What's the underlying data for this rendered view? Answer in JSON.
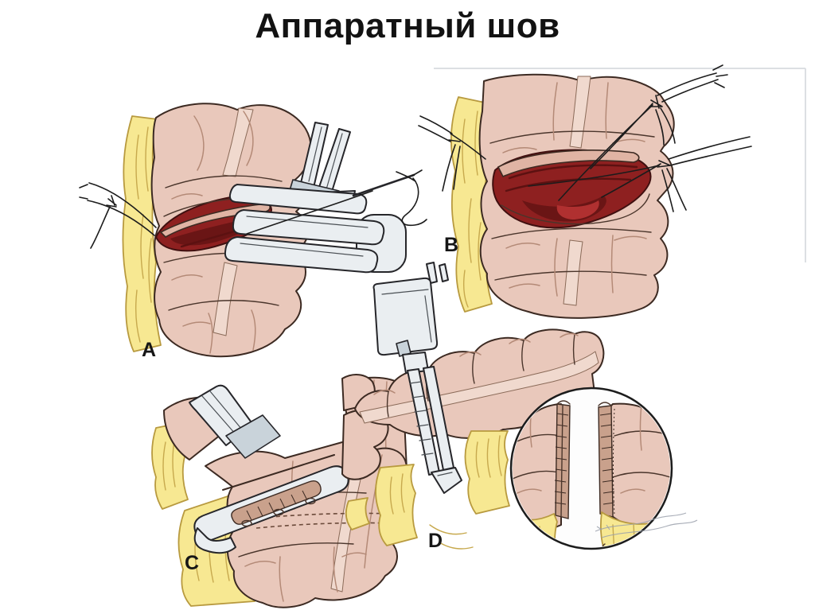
{
  "page": {
    "background": "#ffffff"
  },
  "header": {
    "title": "Аппаратный шов",
    "title_color": "#121212"
  },
  "figure": {
    "panels": [
      {
        "id": "panel-a",
        "label": "A"
      },
      {
        "id": "panel-b",
        "label": "B"
      },
      {
        "id": "panel-c",
        "label": "C"
      },
      {
        "id": "panel-d",
        "label": "D"
      }
    ],
    "palette": {
      "flesh": "#e9c8bb",
      "flesh_shade": "#b48a77",
      "flesh_light": "#f0d9ce",
      "outline": "#3c2a22",
      "fat": "#f7e892",
      "fat_outline": "#b89a3f",
      "lumen": "#8e2020",
      "lumen_deep": "#6a1515",
      "lumen_bright": "#b03030",
      "instrument": "#eaeef1",
      "instrument_shade": "#c9d3da",
      "suture": "#1c1c1c",
      "scan_edge": "#d8dbe0",
      "signature": "#9aa0ac"
    }
  }
}
